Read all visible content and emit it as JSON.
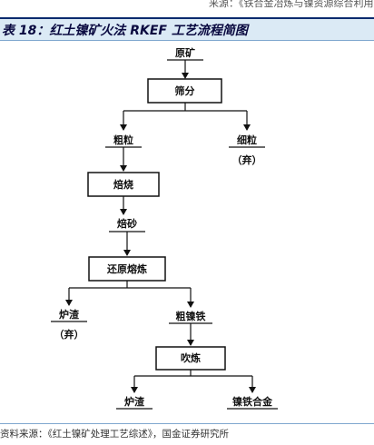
{
  "top_source": "来源：《铁合金冶炼与镍资源综合利用》",
  "header": {
    "title": "表 18：红土镍矿火法 RKEF 工艺流程简图"
  },
  "flowchart": {
    "start": "原矿",
    "screening": "筛分",
    "coarse": "粗粒",
    "fine": "细粒",
    "fine_note": "（弃）",
    "roasting": "焙烧",
    "calcine": "焙砂",
    "reduction": "还原熔炼",
    "slag1": "炉渣",
    "slag1_note": "（弃）",
    "crude_ferronickel": "粗镍铁",
    "refining": "吹炼",
    "slag2": "炉渣",
    "product": "镍铁合金"
  },
  "footer": {
    "source": "资料来源：《红土镍矿处理工艺综述》，国金证券研究所"
  }
}
